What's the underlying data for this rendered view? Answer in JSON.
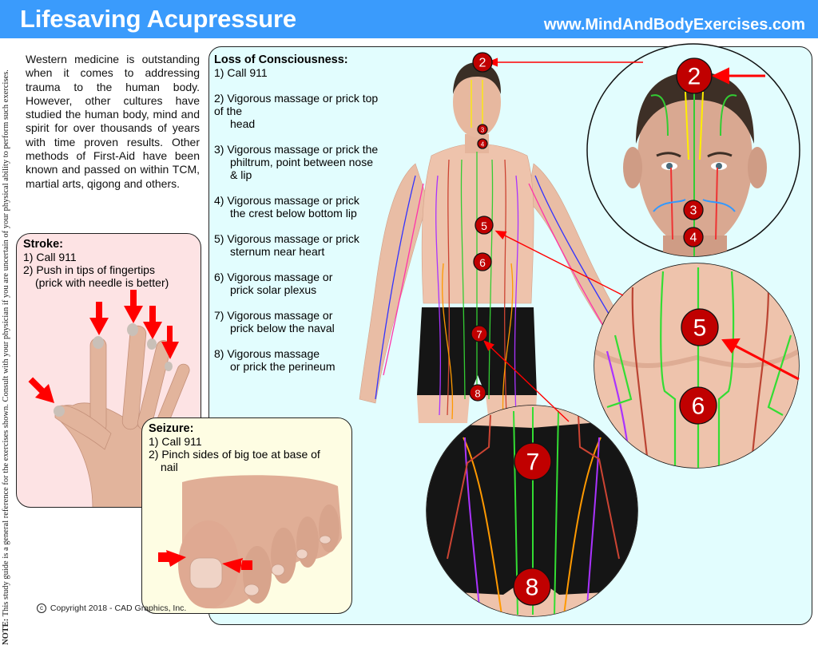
{
  "header": {
    "title": "Lifesaving Acupressure",
    "url": "www.MindAndBodyExercises.com"
  },
  "side_note": {
    "label": "NOTE:",
    "text": "This study guide is a general reference for the exercises shown.  Consult with your physician if you are uncertain of your physical ability to perform such exercises."
  },
  "intro": "Western medicine is outstanding when it comes to addressing trauma to the human body. However, other cultures have studied the human body, mind and spirit for over thousands of years with time proven results. Other methods of First-Aid have been known and passed on within TCM, martial arts, qigong and others.",
  "stroke": {
    "heading": "Stroke:",
    "steps": [
      "1) Call 911",
      "2) Push in tips of fingertips",
      "(prick with needle is better)"
    ]
  },
  "seizure": {
    "heading": "Seizure:",
    "steps": [
      "1) Call 911",
      "2) Pinch sides of big toe at base of",
      "nail"
    ]
  },
  "loss_of_consciousness": {
    "heading": "Loss of Consciousness:",
    "items": [
      {
        "line1": "1) Call 911",
        "line2": ""
      },
      {
        "line1": "2) Vigorous massage or prick top",
        "line1b": "of the",
        "line2": "head"
      },
      {
        "line1": "3) Vigorous massage or prick the",
        "line2": "philtrum, point between nose",
        "line3": "& lip"
      },
      {
        "line1": "4) Vigorous massage or prick",
        "line2": "the crest below bottom lip"
      },
      {
        "line1": "5) Vigorous massage or prick",
        "line2": "sternum near heart"
      },
      {
        "line1": "6) Vigorous massage or",
        "line2": "prick solar plexus"
      },
      {
        "line1": "7) Vigorous massage or",
        "line2": "prick below the naval"
      },
      {
        "line1": "8) Vigorous massage",
        "line2": "or prick the perineum"
      }
    ]
  },
  "points": [
    "2",
    "3",
    "4",
    "5",
    "6",
    "7",
    "8"
  ],
  "colors": {
    "header_blue": "#3a9bfc",
    "point_red": "#c00000",
    "arrow_red": "#ff0000",
    "stroke_bg": "#fde3e4",
    "seizure_bg": "#fefde3",
    "panel_bg": "#e2fdfe"
  },
  "copyright": "Copyright 2018 - CAD Graphics, Inc.",
  "copyright_symbol": "c"
}
